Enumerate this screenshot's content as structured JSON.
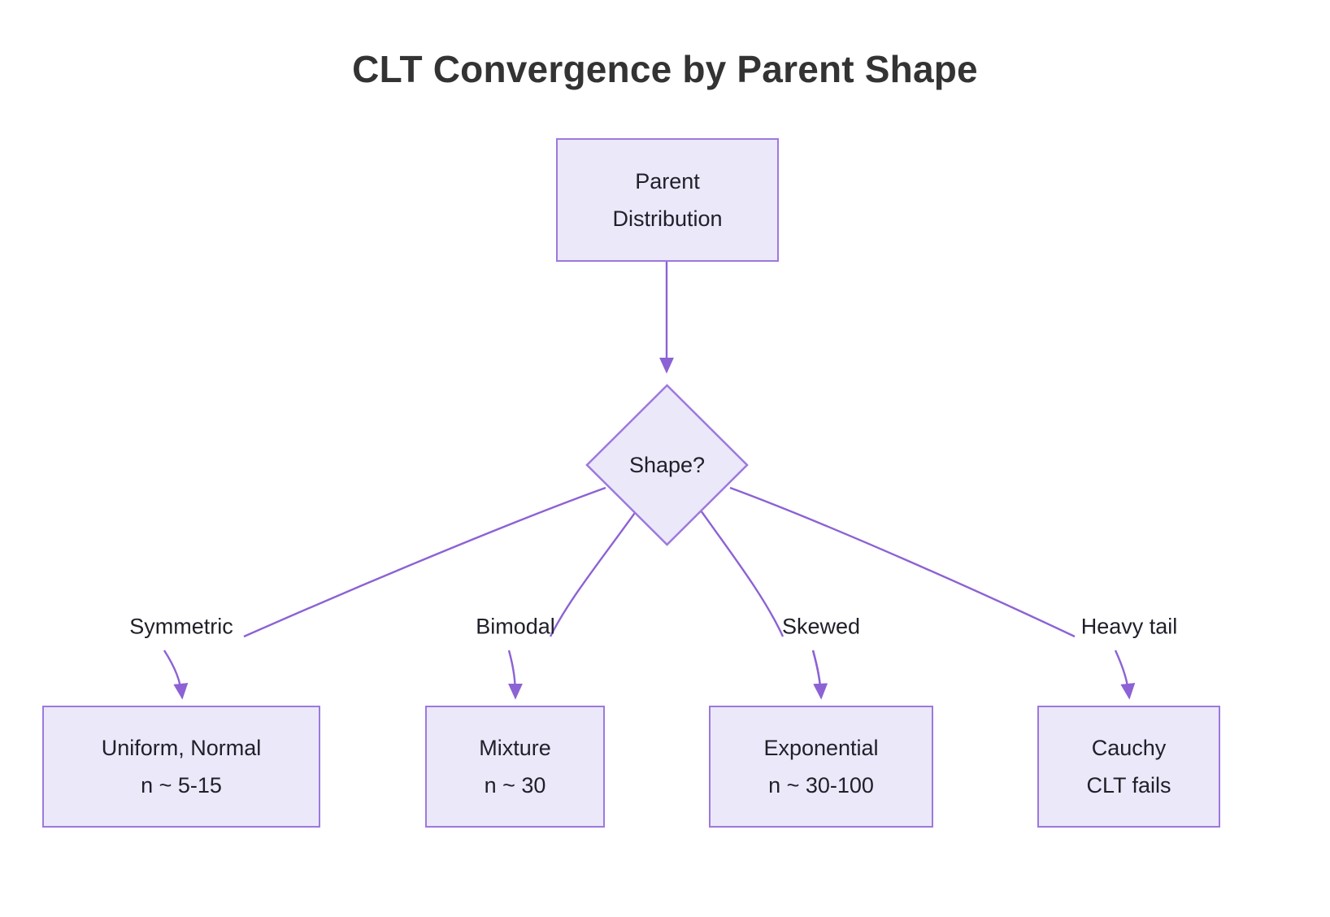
{
  "title": "CLT Convergence by Parent Shape",
  "theme": {
    "node_fill": "#ebe8fa",
    "node_stroke": "#9d79dd",
    "edge_stroke": "#8c62d4",
    "text_color": "#20202a",
    "title_color": "#333333",
    "background": "#ffffff"
  },
  "nodes": {
    "parent": {
      "line1": "Parent",
      "line2": "Distribution"
    },
    "decision": {
      "label": "Shape?"
    },
    "leaf_symmetric": {
      "line1": "Uniform, Normal",
      "line2": "n ~ 5-15"
    },
    "leaf_bimodal": {
      "line1": "Mixture",
      "line2": "n ~ 30"
    },
    "leaf_skewed": {
      "line1": "Exponential",
      "line2": "n ~ 30-100"
    },
    "leaf_heavytail": {
      "line1": "Cauchy",
      "line2": "CLT fails"
    }
  },
  "edge_labels": {
    "symmetric": "Symmetric",
    "bimodal": "Bimodal",
    "skewed": "Skewed",
    "heavy_tail": "Heavy tail"
  }
}
